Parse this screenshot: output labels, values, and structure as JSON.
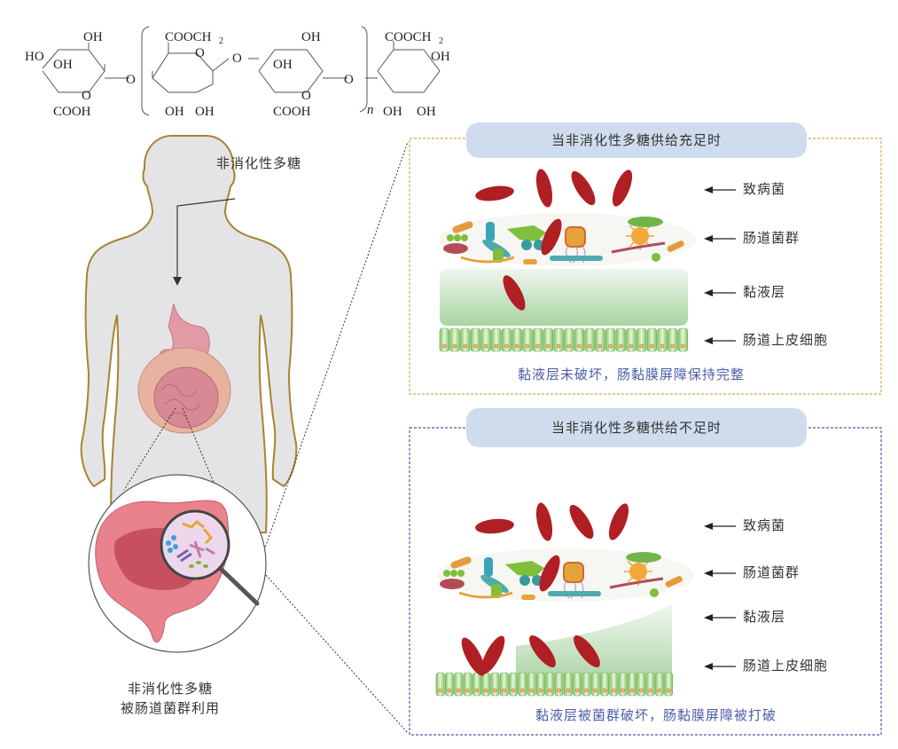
{
  "structure": {
    "labels": [
      "HO",
      "OH",
      "OH",
      "COOH",
      "O",
      "COOCH",
      "2",
      "O",
      "O",
      "OH",
      "OH",
      "O",
      "OH",
      "OH",
      "COOH",
      "O",
      "n",
      "COOCH",
      "2",
      "O",
      "OH",
      "OH",
      "OH"
    ]
  },
  "body_diagram": {
    "intake_label": "非消化性多糖",
    "bottom_caption_line1": "非消化性多糖",
    "bottom_caption_line2": "被肠道菌群利用"
  },
  "panels": [
    {
      "title": "当非消化性多糖供给充足时",
      "border_color": "#d9a84e",
      "layers": [
        {
          "label": "致病菌"
        },
        {
          "label": "肠道菌群"
        },
        {
          "label": "黏液层"
        },
        {
          "label": "肠道上皮细胞"
        }
      ],
      "caption": "黏液层未破坏，肠黏膜屏障保持完整",
      "mucus_state": "intact"
    },
    {
      "title": "当非消化性多糖供给不足时",
      "border_color": "#4b5ea6",
      "layers": [
        {
          "label": "致病菌"
        },
        {
          "label": "肠道菌群"
        },
        {
          "label": "黏液层"
        },
        {
          "label": "肠道上皮细胞"
        }
      ],
      "caption": "黏液层被菌群破坏，肠黏膜屏障被打破",
      "mucus_state": "degraded"
    }
  ],
  "colors": {
    "pathogen": "#b01f24",
    "mucus": "#b9dcb3",
    "epithelium": "#8fcf72",
    "body_fill": "#e4e4e6",
    "body_outline": "#a8842f",
    "pill_bg": "#cfdced",
    "caption_text": "#4b5ea6"
  }
}
